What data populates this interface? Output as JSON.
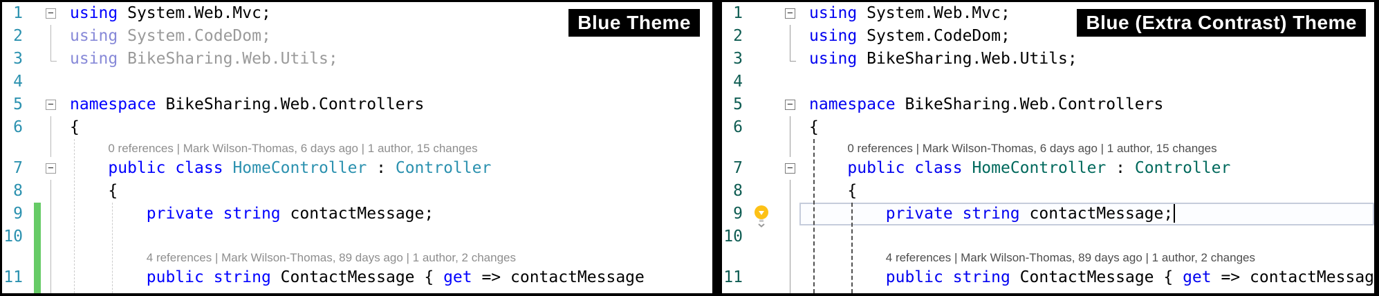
{
  "figure": {
    "left_theme_label": "Blue Theme",
    "right_theme_label": "Blue (Extra Contrast) Theme"
  },
  "icons": {
    "fold_collapse_glyph": "−",
    "quick_actions": "lightbulb-icon"
  },
  "panels": [
    {
      "name": "blue-theme-editor",
      "theme_label": "Blue Theme",
      "colors": {
        "kw": "#0000ff",
        "type": "#2b91af",
        "plain": "#000000",
        "fadedkw": "#8789d8",
        "faded": "#9a9a9a",
        "lineno": "#2b91af",
        "lens": "#8e8e8e",
        "foldline": "#b8b8b8",
        "foldbox": "#9a9a9a",
        "guide": "#cccccc",
        "changebar": "#66cb66",
        "curline": "#c5ccdb"
      },
      "rows": [
        {
          "num": "1",
          "fold": "box",
          "indent": 0,
          "tokens": [
            {
              "t": "kw",
              "s": "using"
            },
            {
              "t": "plain",
              "s": " System.Web.Mvc;"
            }
          ]
        },
        {
          "num": "2",
          "fold": "line",
          "indent": 0,
          "tokens": [
            {
              "t": "fadedkw",
              "s": "using"
            },
            {
              "t": "faded",
              "s": " System.CodeDom;"
            }
          ]
        },
        {
          "num": "3",
          "fold": "end",
          "indent": 0,
          "tokens": [
            {
              "t": "fadedkw",
              "s": "using"
            },
            {
              "t": "faded",
              "s": " BikeSharing.Web.Utils;"
            }
          ]
        },
        {
          "num": "4",
          "indent": 0,
          "tokens": []
        },
        {
          "num": "5",
          "fold": "box",
          "indent": 0,
          "tokens": [
            {
              "t": "kw",
              "s": "namespace"
            },
            {
              "t": "plain",
              "s": " BikeSharing.Web.Controllers"
            }
          ]
        },
        {
          "num": "6",
          "fold": "line",
          "indent": 0,
          "tokens": [
            {
              "t": "plain",
              "s": "{"
            }
          ]
        },
        {
          "lens": true,
          "fold": "line",
          "indent": 4,
          "text": "0 references | Mark Wilson-Thomas, 6 days ago | 1 author, 15 changes"
        },
        {
          "num": "7",
          "fold": "box",
          "indent": 4,
          "tokens": [
            {
              "t": "kw",
              "s": "public"
            },
            {
              "t": "plain",
              "s": " "
            },
            {
              "t": "kw",
              "s": "class"
            },
            {
              "t": "plain",
              "s": " "
            },
            {
              "t": "type",
              "s": "HomeController"
            },
            {
              "t": "plain",
              "s": " : "
            },
            {
              "t": "type",
              "s": "Controller"
            }
          ]
        },
        {
          "num": "8",
          "fold": "line",
          "indent": 4,
          "tokens": [
            {
              "t": "plain",
              "s": "{"
            }
          ]
        },
        {
          "num": "9",
          "fold": "line",
          "indent": 8,
          "change": true,
          "tokens": [
            {
              "t": "kw",
              "s": "private"
            },
            {
              "t": "plain",
              "s": " "
            },
            {
              "t": "kw",
              "s": "string"
            },
            {
              "t": "plain",
              "s": " contactMessage;"
            }
          ]
        },
        {
          "num": "10",
          "fold": "line",
          "indent": 8,
          "change": true,
          "tokens": []
        },
        {
          "lens": true,
          "fold": "line",
          "indent": 8,
          "change": true,
          "text": "4 references | Mark Wilson-Thomas, 89 days ago | 1 author, 2 changes"
        },
        {
          "num": "11",
          "fold": "line",
          "indent": 8,
          "change": true,
          "tokens": [
            {
              "t": "kw",
              "s": "public"
            },
            {
              "t": "plain",
              "s": " "
            },
            {
              "t": "kw",
              "s": "string"
            },
            {
              "t": "plain",
              "s": " ContactMessage { "
            },
            {
              "t": "kw",
              "s": "get"
            },
            {
              "t": "plain",
              "s": " => contactMessage"
            }
          ]
        }
      ]
    },
    {
      "name": "blue-extra-contrast-theme-editor",
      "theme_label": "Blue (Extra Contrast) Theme",
      "colors": {
        "kw": "#0000f0",
        "type": "#00695c",
        "plain": "#000000",
        "fadedkw": "#0000f0",
        "faded": "#000000",
        "lineno": "#0e5c52",
        "lens": "#4d4d4d",
        "foldline": "#9a9a9a",
        "foldbox": "#7a7a7a",
        "guide": "#4f4f4f",
        "changebar": "#66cb66",
        "curline": "#c5ccdb",
        "bulb": "#fdc116"
      },
      "rows": [
        {
          "num": "1",
          "fold": "box",
          "indent": 0,
          "tokens": [
            {
              "t": "kw",
              "s": "using"
            },
            {
              "t": "plain",
              "s": " System.Web.Mvc;"
            }
          ]
        },
        {
          "num": "2",
          "fold": "line",
          "indent": 0,
          "tokens": [
            {
              "t": "kw",
              "s": "using"
            },
            {
              "t": "plain",
              "s": " System.CodeDom;"
            }
          ]
        },
        {
          "num": "3",
          "fold": "end",
          "indent": 0,
          "tokens": [
            {
              "t": "kw",
              "s": "using"
            },
            {
              "t": "plain",
              "s": " BikeSharing.Web.Utils;"
            }
          ]
        },
        {
          "num": "4",
          "indent": 0,
          "tokens": []
        },
        {
          "num": "5",
          "fold": "box",
          "indent": 0,
          "tokens": [
            {
              "t": "kw",
              "s": "namespace"
            },
            {
              "t": "plain",
              "s": " BikeSharing.Web.Controllers"
            }
          ]
        },
        {
          "num": "6",
          "fold": "line",
          "indent": 0,
          "tokens": [
            {
              "t": "plain",
              "s": "{"
            }
          ]
        },
        {
          "lens": true,
          "fold": "line",
          "indent": 4,
          "text": "0 references | Mark Wilson-Thomas, 6 days ago | 1 author, 15 changes"
        },
        {
          "num": "7",
          "fold": "box",
          "indent": 4,
          "tokens": [
            {
              "t": "kw",
              "s": "public"
            },
            {
              "t": "plain",
              "s": " "
            },
            {
              "t": "kw",
              "s": "class"
            },
            {
              "t": "plain",
              "s": " "
            },
            {
              "t": "type",
              "s": "HomeController"
            },
            {
              "t": "plain",
              "s": " : "
            },
            {
              "t": "type",
              "s": "Controller"
            }
          ]
        },
        {
          "num": "8",
          "fold": "line",
          "indent": 4,
          "tokens": [
            {
              "t": "plain",
              "s": "{"
            }
          ]
        },
        {
          "num": "9",
          "fold": "line",
          "indent": 8,
          "bulb": true,
          "current": true,
          "cursor": true,
          "tokens": [
            {
              "t": "kw",
              "s": "private"
            },
            {
              "t": "plain",
              "s": " "
            },
            {
              "t": "kw",
              "s": "string"
            },
            {
              "t": "plain",
              "s": " contactMessage;"
            }
          ]
        },
        {
          "num": "10",
          "fold": "line",
          "indent": 8,
          "tokens": []
        },
        {
          "lens": true,
          "fold": "line",
          "indent": 8,
          "text": "4 references | Mark Wilson-Thomas, 89 days ago | 1 author, 2 changes"
        },
        {
          "num": "11",
          "fold": "line",
          "indent": 8,
          "tokens": [
            {
              "t": "kw",
              "s": "public"
            },
            {
              "t": "plain",
              "s": " "
            },
            {
              "t": "kw",
              "s": "string"
            },
            {
              "t": "plain",
              "s": " ContactMessage { "
            },
            {
              "t": "kw",
              "s": "get"
            },
            {
              "t": "plain",
              "s": " => contactMessage"
            }
          ]
        }
      ]
    }
  ]
}
